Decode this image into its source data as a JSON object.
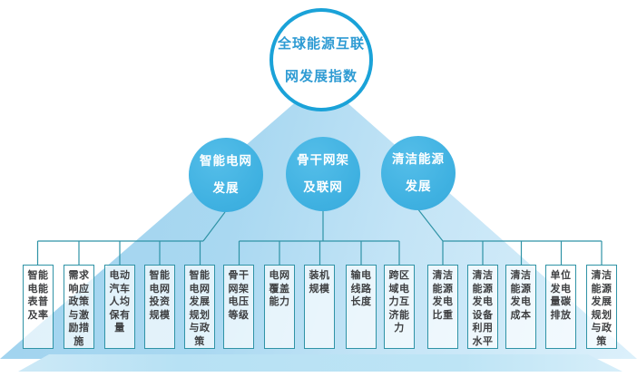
{
  "root": {
    "label": "全球能源互联网发展指数"
  },
  "branches": [
    {
      "label": "智能电网发展",
      "children": [
        "智能电能表普及率",
        "需求响应政策与激励措施",
        "电动汽车人均保有量",
        "智能电网投资规模",
        "智能电网发展规划与政策"
      ]
    },
    {
      "label": "骨干网架及联网",
      "children": [
        "骨干网架电压等级",
        "电网覆盖能力",
        "装机规模",
        "输电线路长度",
        "跨区域电力互济能力"
      ]
    },
    {
      "label": "清洁能源发展",
      "children": [
        "清洁能源发电比重",
        "清洁能源发电设备利用水平",
        "清洁能源发电成本",
        "单位发电量碳排放",
        "清洁能源发展规划与政策"
      ]
    }
  ],
  "colors": {
    "root_border": "#1aa2d8",
    "root_text": "#2e9bd3",
    "node_fill": "#3fb1e1",
    "node_text": "#ffffff",
    "connector_line": "#2f93a6",
    "box_border": "#2f93a6",
    "box_text": "#3f4042",
    "triangle_light": "#dcf0fb",
    "triangle_dark": "#9fd2ee"
  }
}
